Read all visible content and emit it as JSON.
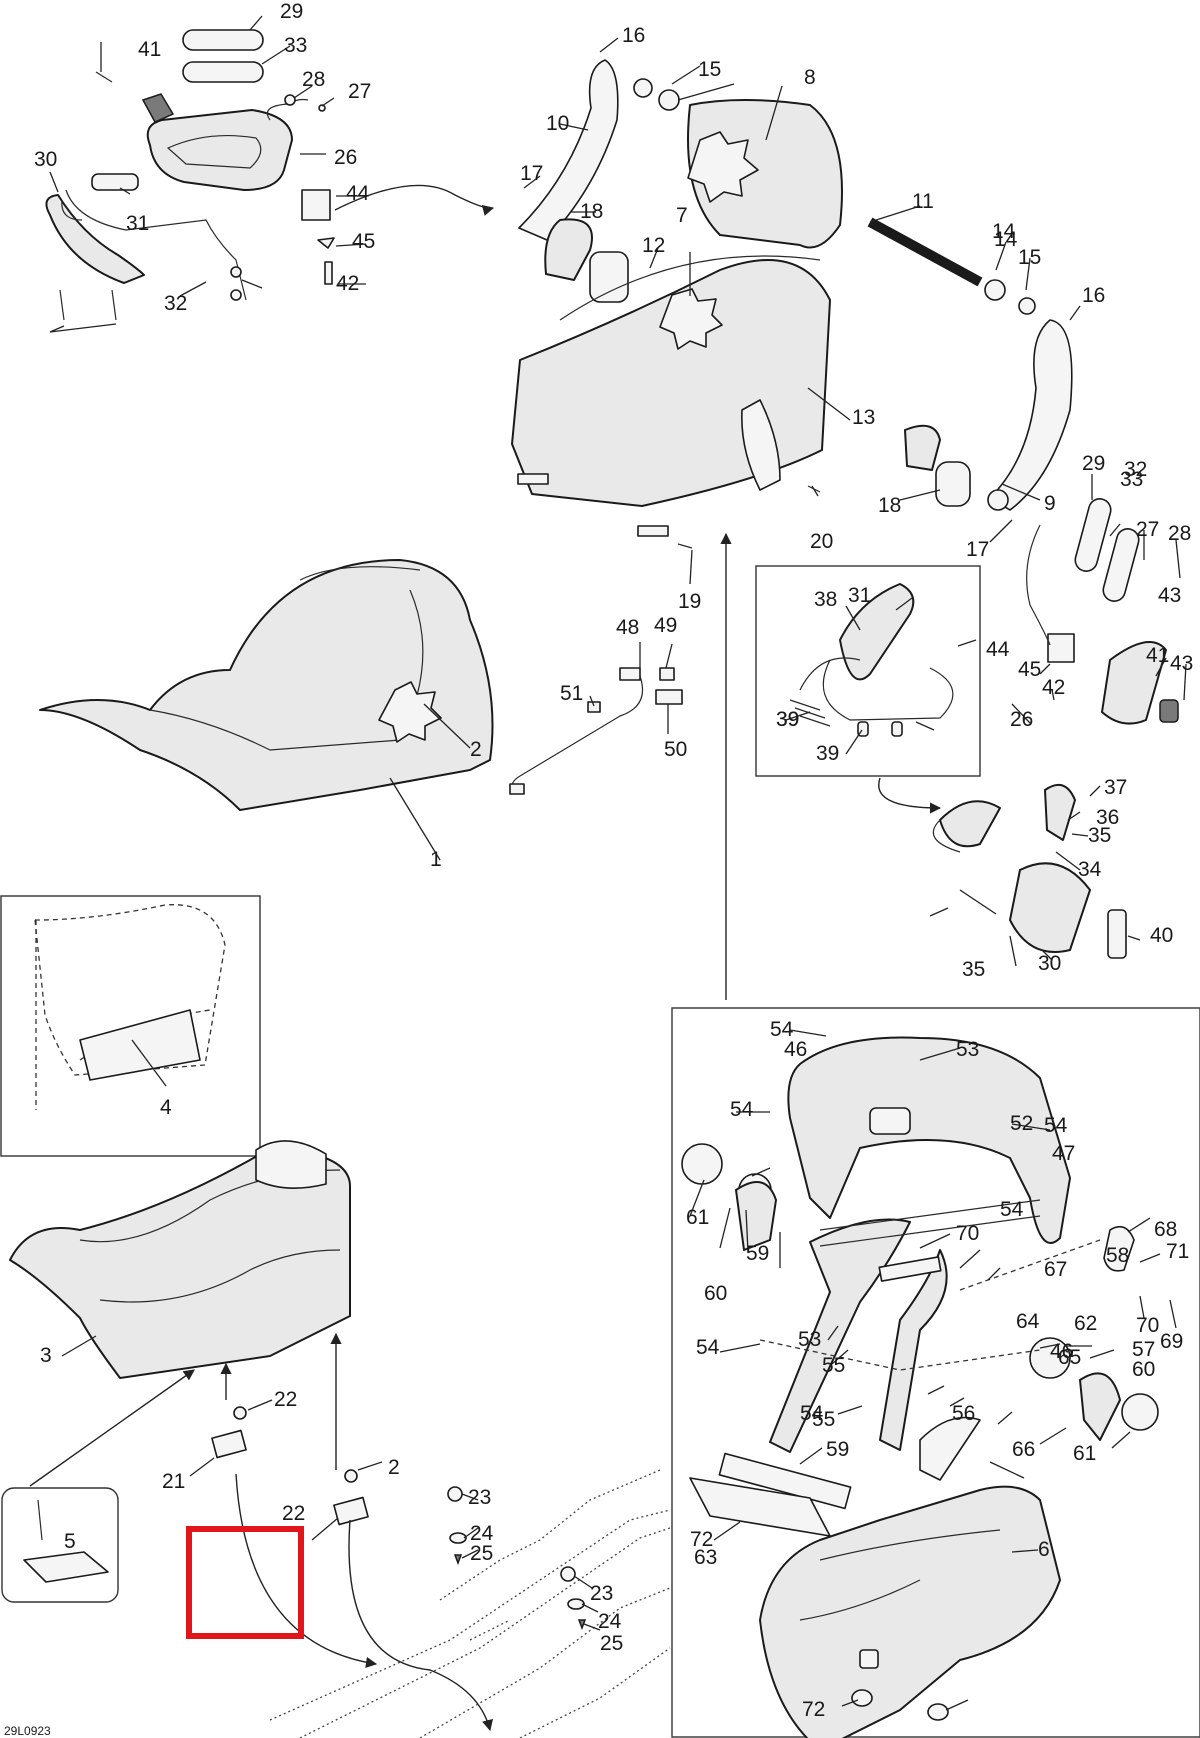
{
  "drawing_ref": "29L0923",
  "highlight_color": "#e0161b",
  "callouts": [
    "1",
    "2",
    "3",
    "4",
    "5",
    "6",
    "7",
    "8",
    "9",
    "10",
    "11",
    "12",
    "13",
    "14",
    "14",
    "15",
    "15",
    "16",
    "16",
    "17",
    "17",
    "18",
    "18",
    "19",
    "20",
    "21",
    "22",
    "22",
    "2",
    "23",
    "23",
    "24",
    "24",
    "25",
    "25",
    "26",
    "26",
    "27",
    "27",
    "28",
    "28",
    "29",
    "29",
    "30",
    "30",
    "31",
    "31",
    "32",
    "32",
    "33",
    "33",
    "34",
    "35",
    "35",
    "36",
    "37",
    "38",
    "39",
    "39",
    "39",
    "40",
    "41",
    "41",
    "42",
    "42",
    "43",
    "43",
    "44",
    "44",
    "45",
    "45",
    "46",
    "46",
    "47",
    "48",
    "49",
    "50",
    "51",
    "52",
    "53",
    "53",
    "54",
    "54",
    "54",
    "54",
    "54",
    "54",
    "55",
    "55",
    "56",
    "57",
    "58",
    "59",
    "59",
    "60",
    "60",
    "61",
    "61",
    "62",
    "63",
    "64",
    "65",
    "66",
    "67",
    "68",
    "69",
    "70",
    "70",
    "71",
    "72",
    "72"
  ]
}
